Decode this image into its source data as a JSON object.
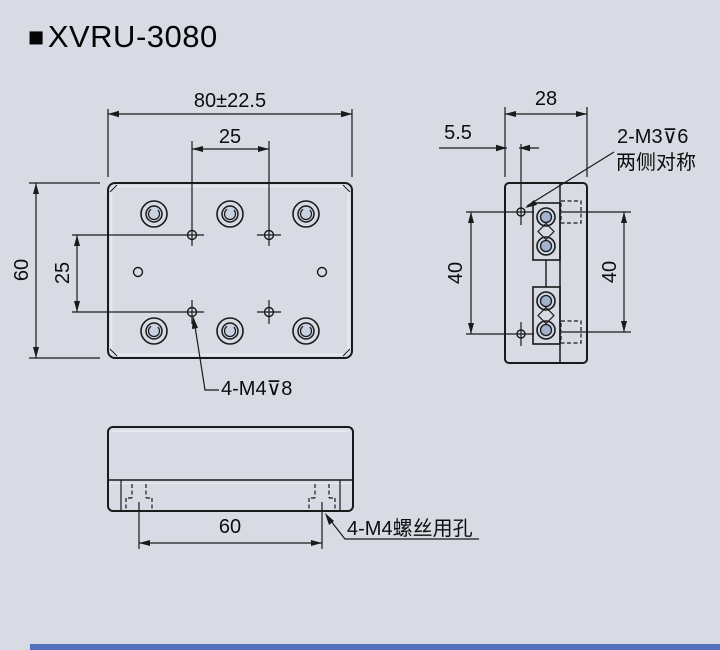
{
  "page": {
    "background_color": "#d9dbe4",
    "accent_bar_color": "#5272bf",
    "line_color": "#1a1a1a",
    "plate_fill_color": "#b0bfd8"
  },
  "title": {
    "bullet": "■",
    "model": "XVRU-3080"
  },
  "front_view": {
    "dim_width": "80±22.5",
    "dim_hole_spacing_x": "25",
    "dim_height": "60",
    "dim_hole_spacing_y": "25",
    "annotation_thread_holes": "4-M4⊽8"
  },
  "side_view": {
    "dim_depth": "28",
    "dim_edge_offset": "5.5",
    "dim_hole_spacing_left": "40",
    "dim_hole_spacing_right": "40",
    "annotation_line1": "2-M3⊽6",
    "annotation_line2": "两侧对称"
  },
  "bottom_view": {
    "dim_hole_spacing": "60",
    "annotation_screw_holes": "4-M4螺丝用孔"
  }
}
